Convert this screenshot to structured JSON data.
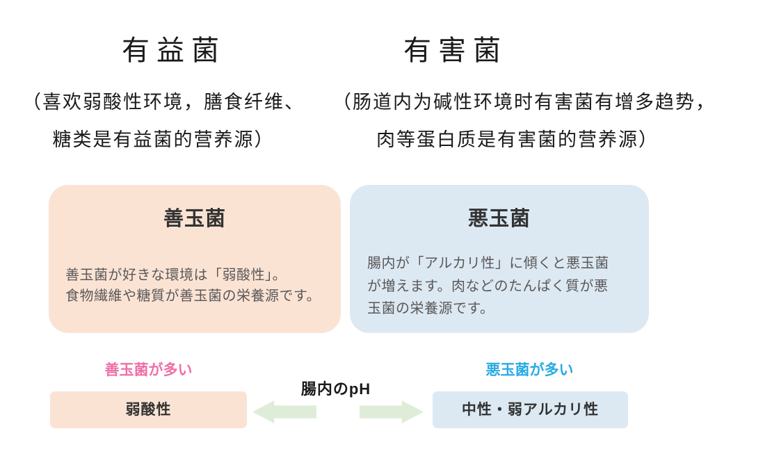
{
  "page": {
    "background_color": "#ffffff"
  },
  "top": {
    "left": {
      "title": "有益菌",
      "note_line1": "（喜欢弱酸性环境，膳食纤维、",
      "note_line2": "糖类是有益菌的营养源）"
    },
    "right": {
      "title": "有害菌",
      "note_line1": "（肠道内为碱性环境时有害菌有增多趋势，",
      "note_line2": "肉等蛋白质是有害菌的营养源）"
    }
  },
  "cards": {
    "good": {
      "title": "善玉菌",
      "body_lines": [
        "善玉菌が好きな環境は「弱酸性」。",
        "食物繊維や糖質が善玉菌の栄養源です。"
      ],
      "bg_color": "#fbe3d4"
    },
    "bad": {
      "title": "悪玉菌",
      "body_lines": [
        "腸内が「アルカリ性」に傾くと悪玉菌",
        "が増えます。肉などのたんぱく質が悪",
        "玉菌の栄養源です。"
      ],
      "bg_color": "#dce9f3"
    }
  },
  "ph_scale": {
    "left_label": "善玉菌が多い",
    "left_label_color": "#ee6fa8",
    "right_label": "悪玉菌が多い",
    "right_label_color": "#29abe2",
    "center_label": "腸内のpH",
    "left_box_label": "弱酸性",
    "left_box_color": "#fbe3d4",
    "right_box_label": "中性・弱アルカリ性",
    "right_box_color": "#dce9f3",
    "arrow_color": "#dfedd8"
  }
}
